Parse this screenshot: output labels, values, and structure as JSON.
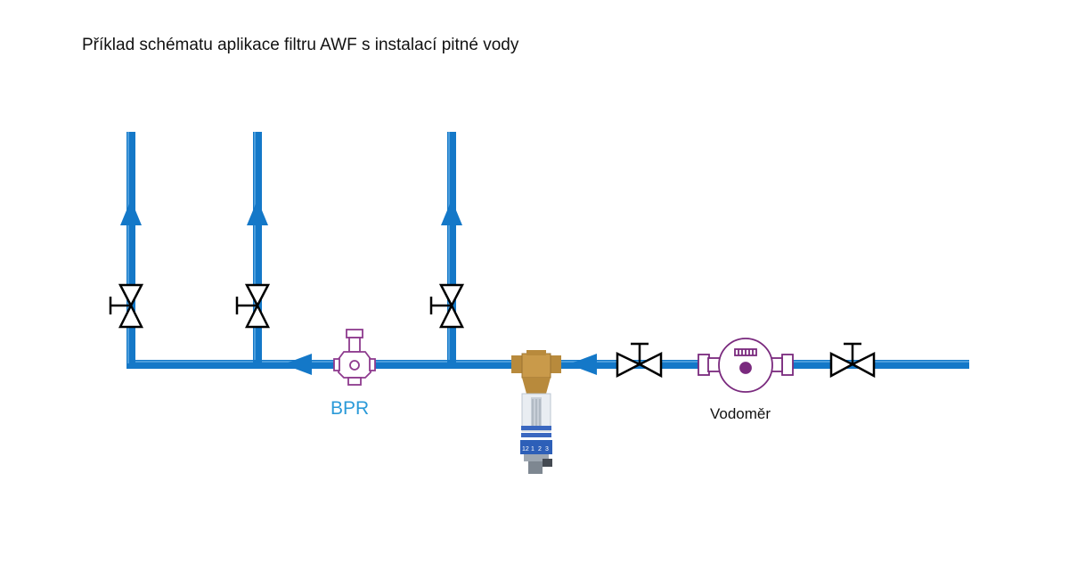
{
  "title": "Příklad schématu aplikace filtru AWF s instalací pitné vody",
  "labels": {
    "bpr": "BPR",
    "water_meter": "Vodoměr"
  },
  "filter_scale": [
    "12",
    "1",
    "2",
    "3"
  ],
  "colors": {
    "pipe": "#1478c8",
    "pipe_highlight": "#6fb6ea",
    "valve": "#000000",
    "bpr": "#8e3b8e",
    "meter": "#7a2a7e",
    "bpr_label": "#2a9ad8",
    "filter_brass": "#c99a4a",
    "filter_blue": "#2d5fb8"
  },
  "icons": [
    "gate-valve-icon",
    "flow-arrow-icon",
    "pressure-reducer-icon",
    "water-meter-icon",
    "awf-filter-icon"
  ]
}
